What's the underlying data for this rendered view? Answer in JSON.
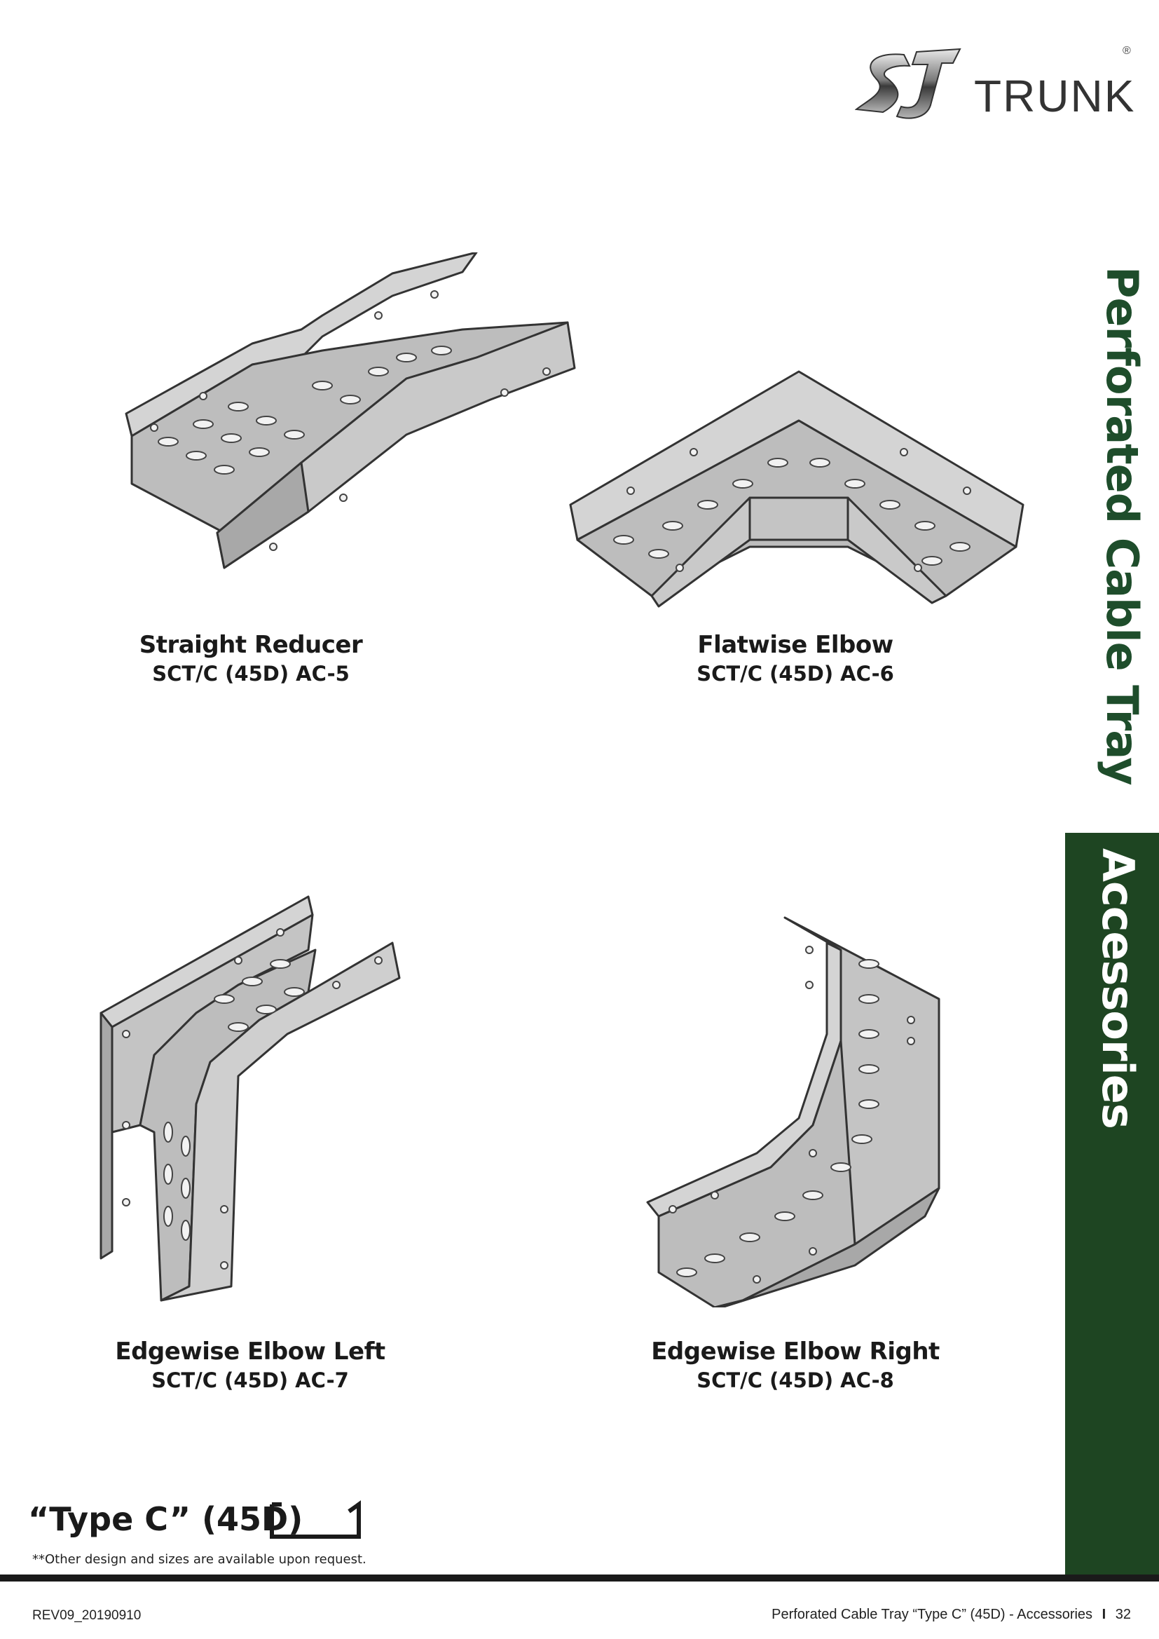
{
  "brand": {
    "logo_mark": "SJ",
    "logo_text": "TRUNK",
    "registered": "®"
  },
  "side": {
    "title": "Perforated Cable Tray",
    "band_label": "Accessories"
  },
  "products": [
    {
      "name": "Straight Reducer",
      "code": "SCT/C (45D) AC-5"
    },
    {
      "name": "Flatwise Elbow",
      "code": "SCT/C (45D) AC-6"
    },
    {
      "name": "Edgewise Elbow Left",
      "code": "SCT/C (45D) AC-7"
    },
    {
      "name": "Edgewise Elbow Right",
      "code": "SCT/C (45D) AC-8"
    }
  ],
  "type_block": {
    "label": "“Type C” (45D)",
    "note": "**Other design and sizes are available upon request."
  },
  "footer": {
    "revision": "REV09_20190910",
    "section": "Perforated Cable Tray “Type C” (45D) - Accessories",
    "separator": "I",
    "page": "32"
  },
  "colors": {
    "accent_green": "#1e4522",
    "steel_light": "#c9c9c9",
    "steel_dark": "#8e8e8e"
  }
}
